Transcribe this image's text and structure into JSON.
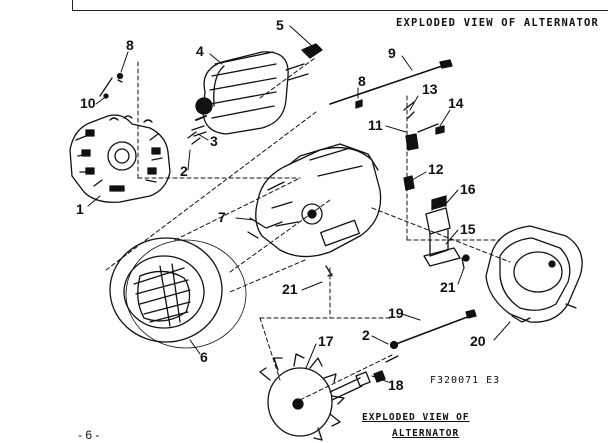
{
  "header": {
    "title": "EXPLODED VIEW OF ALTERNATOR"
  },
  "caption": {
    "line1": "EXPLODED VIEW OF",
    "line2": "ALTERNATOR"
  },
  "reference": "F320071 E3",
  "page_number": "- 6 -",
  "callouts": [
    {
      "id": "callout-8a",
      "label": "8"
    },
    {
      "id": "callout-4",
      "label": "4"
    },
    {
      "id": "callout-5",
      "label": "5"
    },
    {
      "id": "callout-9",
      "label": "9"
    },
    {
      "id": "callout-8b",
      "label": "8"
    },
    {
      "id": "callout-13",
      "label": "13"
    },
    {
      "id": "callout-14",
      "label": "14"
    },
    {
      "id": "callout-10",
      "label": "10"
    },
    {
      "id": "callout-11",
      "label": "11"
    },
    {
      "id": "callout-3",
      "label": "3"
    },
    {
      "id": "callout-2a",
      "label": "2"
    },
    {
      "id": "callout-12",
      "label": "12"
    },
    {
      "id": "callout-16",
      "label": "16"
    },
    {
      "id": "callout-1",
      "label": "1"
    },
    {
      "id": "callout-7",
      "label": "7"
    },
    {
      "id": "callout-15",
      "label": "15"
    },
    {
      "id": "callout-21a",
      "label": "21"
    },
    {
      "id": "callout-21b",
      "label": "21"
    },
    {
      "id": "callout-19",
      "label": "19"
    },
    {
      "id": "callout-6",
      "label": "6"
    },
    {
      "id": "callout-2b",
      "label": "2"
    },
    {
      "id": "callout-17",
      "label": "17"
    },
    {
      "id": "callout-20",
      "label": "20"
    },
    {
      "id": "callout-18",
      "label": "18"
    }
  ]
}
